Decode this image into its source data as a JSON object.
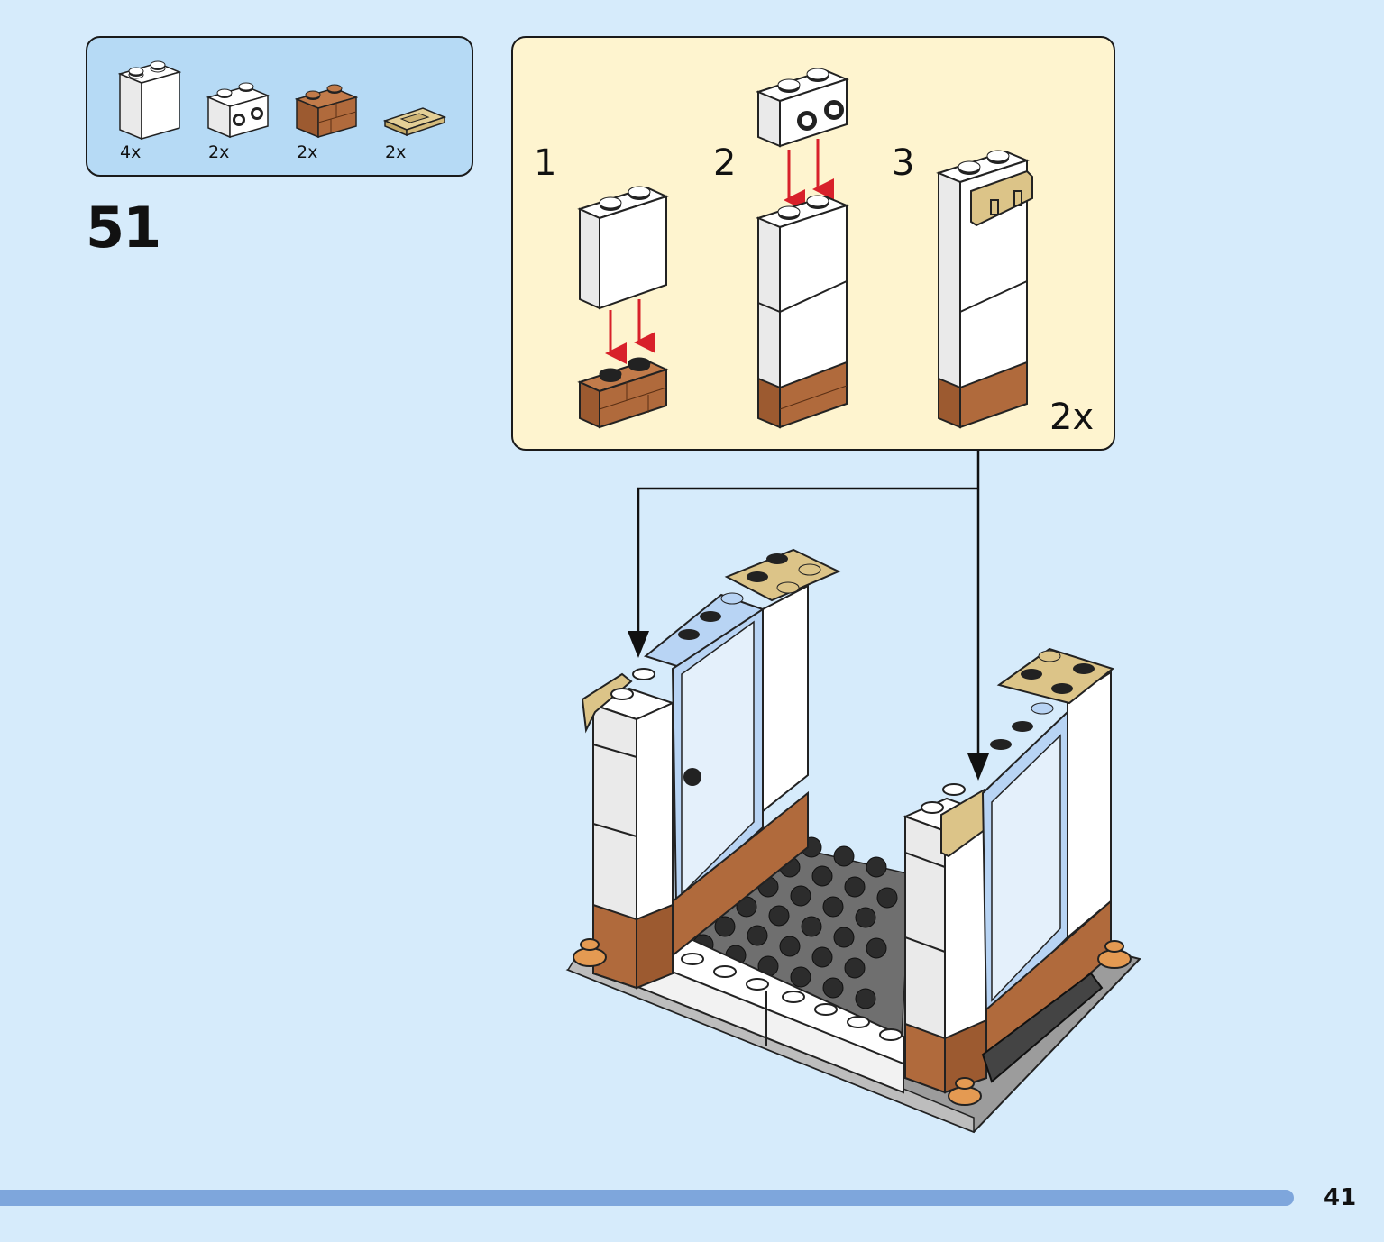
{
  "parts_list": [
    {
      "icon": "white-brick-1x2x2-icon",
      "quantity": "4x"
    },
    {
      "icon": "white-brick-1x2-with-studs-on-side-icon",
      "quantity": "2x"
    },
    {
      "icon": "brown-masonry-brick-1x2-icon",
      "quantity": "2x"
    },
    {
      "icon": "tan-tile-1x2-with-clip-icon",
      "quantity": "2x"
    }
  ],
  "step": {
    "number": "51"
  },
  "substeps": {
    "labels": [
      "1",
      "2",
      "3"
    ],
    "multiplier": "2x"
  },
  "colors": {
    "page_background": "#d6ebfb",
    "parts_box": "#b6daf5",
    "substep_box": "#fef4cf",
    "footer_bar": "#7ea6dc",
    "arrow_red": "#d8202a",
    "brown_brick": "#b06a3c",
    "tan": "#dcc488",
    "white_brick": "#ffffff",
    "trans_light_blue": "#b8d4f4"
  },
  "page": {
    "number": "41"
  }
}
